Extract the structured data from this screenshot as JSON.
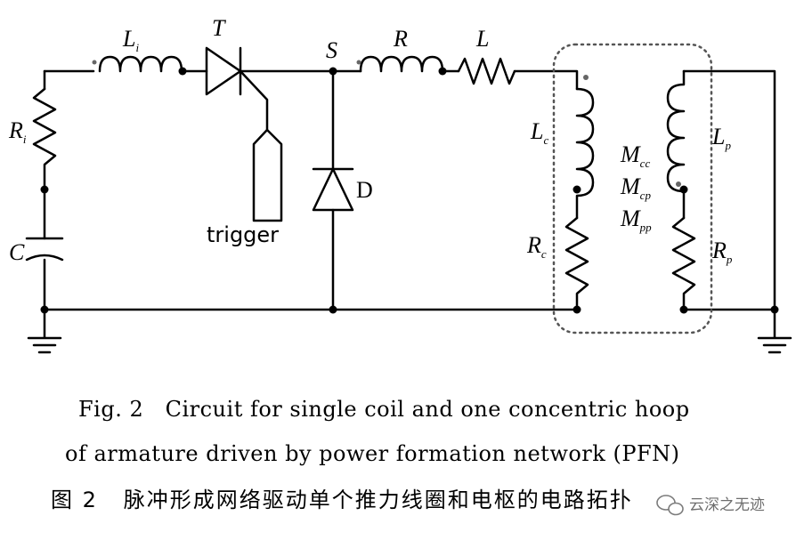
{
  "labels": {
    "Li": {
      "main": "L",
      "sub": "i"
    },
    "T": "T",
    "S": "S",
    "R": "R",
    "L": "L",
    "Ri": {
      "main": "R",
      "sub": "i"
    },
    "C": "C",
    "trigger": "trigger",
    "D": "D",
    "Lc": {
      "main": "L",
      "sub": "c"
    },
    "Rc": {
      "main": "R",
      "sub": "c"
    },
    "Mcc": {
      "main": "M",
      "sub": "cc"
    },
    "Mcp": {
      "main": "M",
      "sub": "cp"
    },
    "Mpp": {
      "main": "M",
      "sub": "pp"
    },
    "Lp": {
      "main": "L",
      "sub": "p"
    },
    "Rp": {
      "main": "R",
      "sub": "p"
    }
  },
  "caption": {
    "line1": "Fig. 2   Circuit for single coil and one concentric hoop",
    "line2": "of armature driven by power formation network (PFN)",
    "line3": "图 2   脉冲形成网络驱动单个推力线圈和电枢的电路拓扑"
  },
  "watermark": {
    "icon": "wechat-icon",
    "text": "云深之无迹"
  }
}
